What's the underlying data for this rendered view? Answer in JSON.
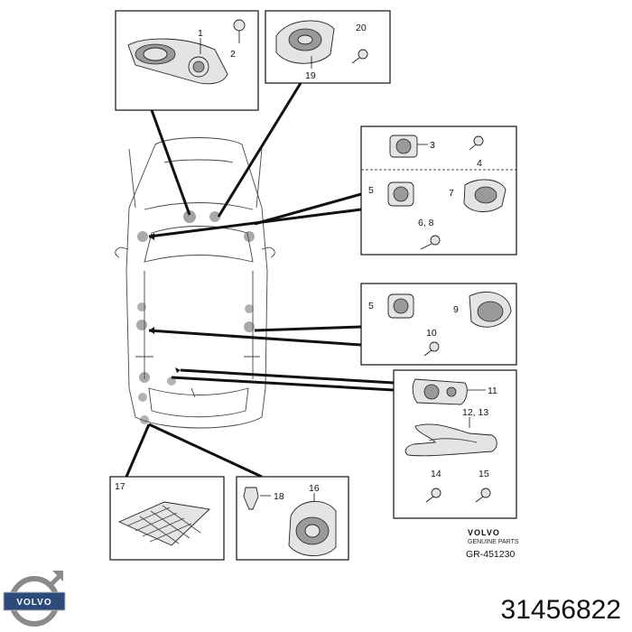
{
  "callouts": {
    "c1": "1",
    "c2": "2",
    "c3": "3",
    "c4": "4",
    "c5a": "5",
    "c5b": "5",
    "c68": "6, 8",
    "c7": "7",
    "c9": "9",
    "c10": "10",
    "c11": "11",
    "c1213": "12, 13",
    "c14": "14",
    "c15": "15",
    "c16": "16",
    "c17": "17",
    "c18": "18",
    "c19": "19",
    "c20": "20"
  },
  "footer": {
    "brand": "VOLVO",
    "genuine": "GENUINE PARTS",
    "ref": "GR-451230",
    "logo_text": "VOLVO",
    "part_number": "31456822"
  }
}
